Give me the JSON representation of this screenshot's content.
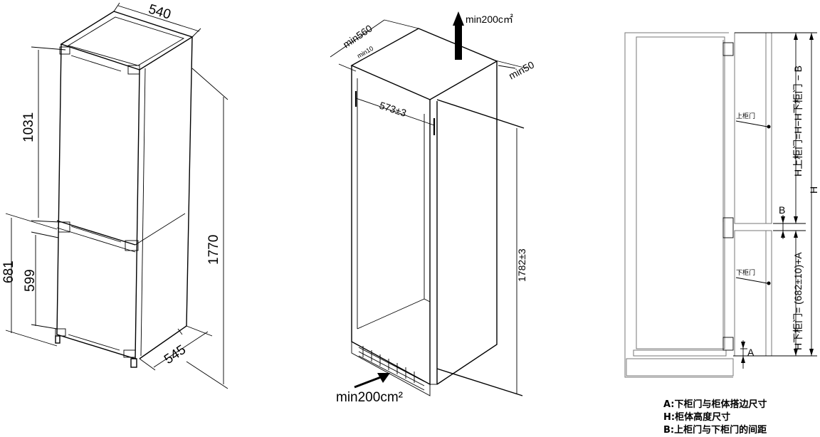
{
  "fridge": {
    "width": "540",
    "depth": "545",
    "height": "1770",
    "upper_door_height": "1031",
    "lower_height": "681",
    "lower_door_height": "599"
  },
  "cabinet": {
    "top_vent": "min200c㎡",
    "depth_min": "min560",
    "back_gap_min": "min10",
    "side_gap_min": "min50",
    "inner_width": "573±3",
    "inner_height": "1782±3",
    "bottom_vent": "min200cm²"
  },
  "door_layout": {
    "upper_door_label": "上柜门",
    "lower_door_label": "下柜门",
    "upper_door_formula": "H上柜门=H−H下柜门 − B",
    "lower_door_formula": "H下柜门= (682±10)+A",
    "total_label": "H",
    "gap_label": "B",
    "overlap_label": "A"
  },
  "legend": [
    "A:下柜门与柜体搭边尺寸",
    "H:柜体高度尺寸",
    "B:上柜门与下柜门的间距"
  ]
}
